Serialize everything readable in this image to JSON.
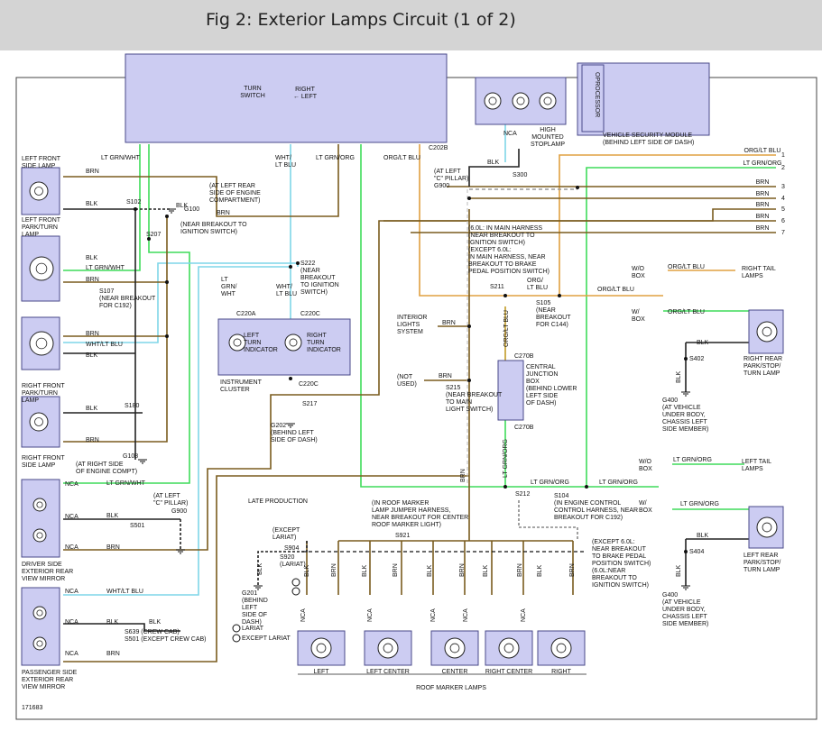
{
  "header": {
    "title": "Fig 2: Exterior Lamps Circuit (1 of 2)"
  },
  "colors": {
    "header_bg": "#d4d4d4",
    "brn": "#7a5c1e",
    "grn": "#3fdc5a",
    "blu": "#7fd6e8",
    "org": "#e0a040",
    "component_fill": "#ccccf2",
    "component_stroke": "#4a4a8a"
  },
  "blocks": {
    "turn_switch": "TURN\nSWITCH",
    "right_left": "RIGHT\n← LEFT",
    "high_mounted_stoplamp": "HIGH\nMOUNTED\nSTOPLAMP",
    "vsm": "VEHICLE SECURITY MODULE\n(BEHIND LEFT SIDE OF DASH)",
    "processor": "OPROCESSOR",
    "instrument_cluster": "INSTRUMENT\nCLUSTER",
    "left_turn_indicator": "LEFT\nTURN\nINDICATOR",
    "right_turn_indicator": "RIGHT\nTURN\nINDICATOR",
    "central_junction_box": "CENTRAL\nJUNCTION\nBOX\n(BEHIND LOWER\nLEFT SIDE\nOF DASH)",
    "interior_lights_system": "INTERIOR\nLIGHTS\nSYSTEM",
    "roof_marker_lamps": "ROOF MARKER LAMPS",
    "late_production": "LATE PRODUCTION",
    "diagram_id": "171683"
  },
  "left_components": {
    "left_front_side_lamp": "LEFT FRONT\nSIDE LAMP",
    "left_front_park_turn": "LEFT FRONT\nPARK/TURN\nLAMP",
    "right_front_park_turn": "RIGHT FRONT\nPARK/TURN\nLAMP",
    "right_front_side_lamp": "RIGHT FRONT\nSIDE LAMP",
    "driver_mirror": "DRIVER SIDE\nEXTERIOR REAR\nVIEW MIRROR",
    "passenger_mirror": "PASSENGER SIDE\nEXTERIOR REAR\nVIEW MIRROR"
  },
  "right_components": {
    "right_tail_lamps": "RIGHT TAIL\nLAMPS",
    "right_rear_park_stop_turn": "RIGHT REAR\nPARK/STOP/\nTURN LAMP",
    "left_tail_lamps": "LEFT TAIL\nLAMPS",
    "left_rear_park_stop_turn": "LEFT REAR\nPARK/STOP/\nTURN LAMP",
    "g400_upper": "G400\n(AT VEHICLE\nUNDER BODY,\nCHASSIS LEFT\nSIDE MEMBER)",
    "g400_lower": "G400\n(AT VEHICLE\nUNDER BODY,\nCHASSIS LEFT\nSIDE MEMBER)",
    "wo_box": "W/O\nBOX",
    "w_box": "W/\nBOX",
    "s402": "S402",
    "s404": "S404"
  },
  "notes": {
    "g100": "(AT LEFT REAR\nSIDE OF ENGINE\nCOMPARTMENT)",
    "g100_label": "G100",
    "s102": "S102",
    "ignition_breakout": "(NEAR BREAKOUT TO\nIGNITION SWITCH)",
    "s207": "S207",
    "s107": "S107\n(NEAR BREAKOUT\nFOR C192)",
    "s222": "S222\n(NEAR\nBREAKOUT\nTO IGNITION\nSWITCH)",
    "s180": "S180",
    "g108": "G108",
    "g108_note": "(AT RIGHT SIDE\nOF ENGINE COMPT)",
    "g900_a": "G900",
    "g900_a_note": "(AT LEFT\n\"C\" PILLAR)",
    "s300": "S300",
    "g900_b": "(AT LEFT\n\"C\" PILLAR)\nG900",
    "s501": "S501",
    "s639": "S639  (CREW CAB)\nS501  (EXCEPT CREW CAB)",
    "harness_6l": "(6.0L: IN MAIN HARNESS\n(NEAR BREAKOUT TO\nIGNITION SWITCH)\n(EXCEPT 6.0L:\nIN MAIN HARNESS, NEAR\nBREAKOUT TO BRAKE\nPEDAL POSITION SWITCH)",
    "s211": "S211",
    "s105": "S105\n(NEAR\nBREAKOUT\nFOR C144)",
    "not_used": "(NOT\nUSED)",
    "s215": "S215\n(NEAR BREAKOUT\nTO MAIN\nLIGHT SWITCH)",
    "s217": "S217",
    "g202": "G202\n(BEHIND LEFT\nSIDE OF DASH)",
    "s212": "S212",
    "s104": "S104\n(IN ENGINE CONTROL\nCONTROL HARNESS, NEAR\nBREAKOUT FOR C192)",
    "roof_harness": "(IN ROOF MARKER\nLAMP JUMPER HARNESS,\nNEAR BREAKOUT FOR CENTER\nROOF MARKER LIGHT)",
    "except_lariat": "(EXCEPT\nLARIAT)",
    "s904": "S904",
    "s920": "S920\n(LARIAT)",
    "s921": "S921",
    "g201": "G201\n(BEHIND\nLEFT\nSIDE OF\nDASH)",
    "legend_1": "LARIAT",
    "legend_2": "EXCEPT LARIAT",
    "except_60l": "(EXCEPT 6.0L:\nNEAR BREAKOUT\nTO BRAKE PEDAL\nPOSITION SWITCH)\n(6.0L:NEAR\nBREAKOUT TO\nIGNITION SWITCH)"
  },
  "connectors": {
    "c202b": "C202B",
    "c220a": "C220A",
    "c220c_top": "C220C",
    "c220c_bot": "C220C",
    "c270b_top": "C270B",
    "c270b_bot": "C270B"
  },
  "right_edge_wires": [
    {
      "label": "ORG/LT BLU",
      "pin": "1"
    },
    {
      "label": "LT GRN/ORG",
      "pin": "2"
    },
    {
      "label": "BRN",
      "pin": "3"
    },
    {
      "label": "BRN",
      "pin": "4"
    },
    {
      "label": "BRN",
      "pin": "5"
    },
    {
      "label": "BRN",
      "pin": "6"
    },
    {
      "label": "BRN",
      "pin": "7"
    }
  ],
  "wire_labels": {
    "lt_grn_wht": "LT GRN/WHT",
    "wht_lt_blu": "WHT/\nLT BLU",
    "lt_grn_org": "LT GRN/ORG",
    "org_lt_blu": "ORG/LT BLU",
    "brn": "BRN",
    "blk": "BLK",
    "lt_grn_wht_v": "LT\nGRN/\nWHT",
    "wht_lt_blu_v": "WHT/\nLT BLU",
    "org_lt_blu_v": "ORG/\nLT BLU",
    "org_lt_blu_vert": "ORG/LT BLU",
    "lt_grn_org_vert": "LT GRN/ORG",
    "brn_vert": "BRN",
    "wht_lt_blu_h": "WHT/LT BLU",
    "nca": "NCA"
  },
  "roof_lamps": [
    "LEFT",
    "LEFT CENTER",
    "CENTER",
    "RIGHT CENTER",
    "RIGHT"
  ]
}
